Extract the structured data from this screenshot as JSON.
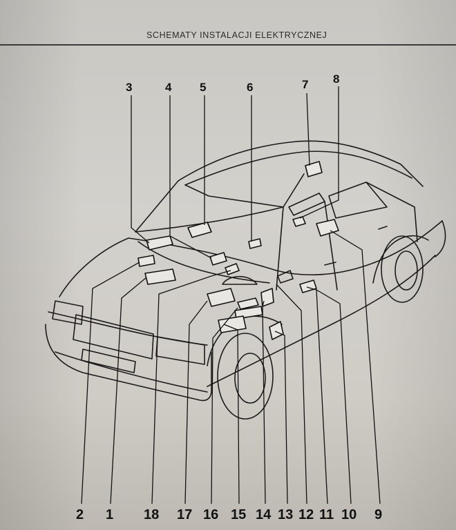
{
  "header": {
    "title": "SCHEMATY INSTALACJI ELEKTRYCZNEJ"
  },
  "callouts": {
    "top": [
      "3",
      "4",
      "5",
      "6",
      "7",
      "8"
    ],
    "bottom": [
      "2",
      "1",
      "18",
      "17",
      "16",
      "15",
      "14",
      "13",
      "12",
      "11",
      "10",
      "9"
    ]
  },
  "colors": {
    "ink": "#111111",
    "paper": "#cfccc6",
    "module_fill": "#e9e7e2"
  }
}
